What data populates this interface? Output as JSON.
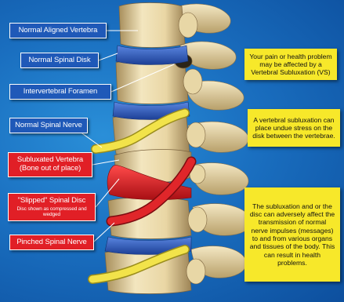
{
  "labels": {
    "normal_aligned_vertebra": "Normal Aligned Vertebra",
    "normal_spinal_disk": "Normal Spinal Disk",
    "intervertebral_foramen": "Intervertebral Foramen",
    "normal_spinal_nerve": "Normal Spinal Nerve",
    "subluxated_vertebra_line1": "Subluxated Vertebra",
    "subluxated_vertebra_line2": "(Bone out of place)",
    "slipped_disc_title": "\"Slipped\" Spinal Disc",
    "slipped_disc_sub": "Disc shown as compressed and wedged",
    "pinched_spinal_nerve": "Pinched Spinal Nerve"
  },
  "notes": {
    "note1": "Your pain or health problem may be affected by a Vertebral Subluxation (VS)",
    "note2": "A vertebral subluxation can place undue stress on the disk between the vertebrae.",
    "note3": "The subluxation and or the disc can adversely affect the transmission of normal nerve impulses (messages) to and from various organs and tissues of the body. This can result in health problems."
  },
  "colors": {
    "background": "#1a6fc0",
    "blue_label": "#1f59b8",
    "red_label": "#e11f26",
    "note": "#f7e82a",
    "bone": "#f0e0b4",
    "healthy_disc": "#2d5fc4",
    "slipped_disc": "#d8242a",
    "nerve_yellow": "#f2e34a",
    "nerve_red": "#e0262a"
  }
}
